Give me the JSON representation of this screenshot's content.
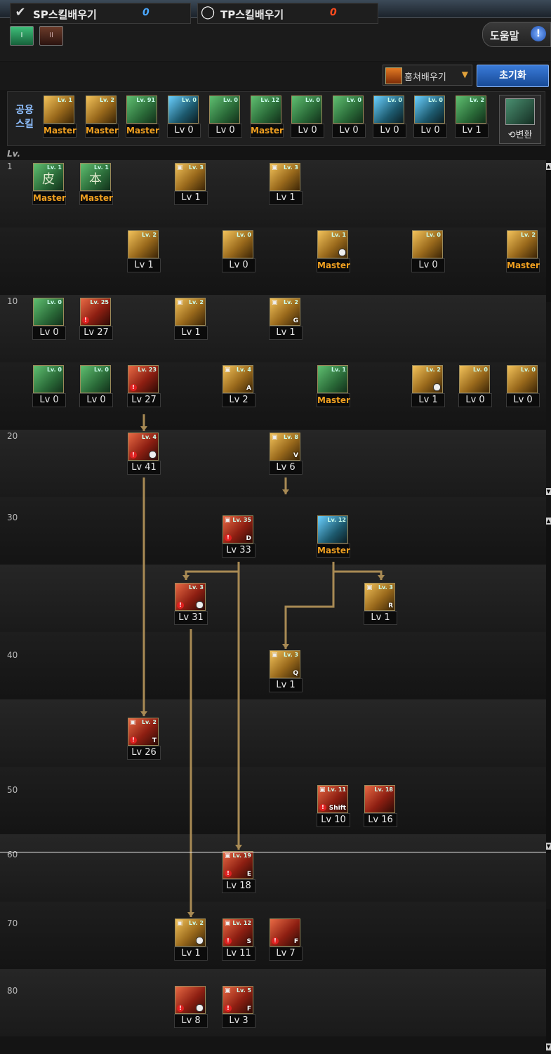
{
  "window": {
    "title": "스킬창"
  },
  "tabs": [
    {
      "label": "I"
    },
    {
      "label": "II"
    }
  ],
  "help": {
    "label": "도움말",
    "icon": "!"
  },
  "sp_learn": {
    "label": "SP스킬배우기",
    "value": "0"
  },
  "tp_learn": {
    "label": "TP스킬배우기",
    "value": "0"
  },
  "steal_learn": {
    "label": "훔쳐배우기"
  },
  "reset": {
    "label": "초기화"
  },
  "common_skills": {
    "label_line1": "공용",
    "label_line2": "스킬",
    "change_label": "⟲변환",
    "skills": [
      {
        "level": "Master",
        "tag": "Lv. 1",
        "color": "gold"
      },
      {
        "level": "Master",
        "tag": "Lv. 2",
        "color": "gold"
      },
      {
        "level": "Master",
        "tag": "Lv. 91",
        "color": "green"
      },
      {
        "level": "Lv 0",
        "tag": "Lv. 0",
        "color": "teal"
      },
      {
        "level": "Lv 0",
        "tag": "Lv. 0",
        "color": "green"
      },
      {
        "level": "Master",
        "tag": "Lv. 12",
        "color": "green"
      },
      {
        "level": "Lv 0",
        "tag": "Lv. 0",
        "color": "green"
      },
      {
        "level": "Lv 0",
        "tag": "Lv. 0",
        "color": "green"
      },
      {
        "level": "Lv 0",
        "tag": "Lv. 0",
        "color": "teal"
      },
      {
        "level": "Lv 0",
        "tag": "Lv. 0",
        "color": "teal"
      },
      {
        "level": "Lv 1",
        "tag": "Lv. 2",
        "color": "green"
      }
    ]
  },
  "level_header": "Lv.",
  "level_marks": [
    "1",
    "10",
    "20",
    "30",
    "40",
    "50",
    "60",
    "70",
    "80"
  ],
  "tree_skills": [
    {
      "id": "s1",
      "level": "Master",
      "tag": "Lv. 1",
      "color": "green",
      "glyph": "皮"
    },
    {
      "id": "s2",
      "level": "Master",
      "tag": "Lv. 1",
      "color": "green",
      "glyph": "本"
    },
    {
      "id": "s3",
      "level": "Lv 1",
      "tag": "Lv. 3",
      "color": "gold",
      "lock": true
    },
    {
      "id": "s4",
      "level": "Lv 1",
      "tag": "Lv. 3",
      "color": "gold",
      "lock": true
    },
    {
      "id": "s5",
      "level": "Lv 1",
      "tag": "Lv. 2",
      "color": "gold"
    },
    {
      "id": "s6",
      "level": "Lv 0",
      "tag": "Lv. 0",
      "color": "gold"
    },
    {
      "id": "s7",
      "level": "Master",
      "tag": "Lv. 1",
      "color": "gold",
      "clock": true
    },
    {
      "id": "s8",
      "level": "Lv 0",
      "tag": "Lv. 0",
      "color": "gold"
    },
    {
      "id": "s9",
      "level": "Master",
      "tag": "Lv. 2",
      "color": "gold"
    },
    {
      "id": "s10",
      "level": "Lv 0",
      "tag": "Lv. 0",
      "color": "green"
    },
    {
      "id": "s11",
      "level": "Lv 27",
      "tag": "Lv. 25",
      "color": "red",
      "warn": true
    },
    {
      "id": "s12",
      "level": "Lv 1",
      "tag": "Lv. 2",
      "color": "gold",
      "lock": true
    },
    {
      "id": "s13",
      "level": "Lv 1",
      "tag": "Lv. 2",
      "color": "gold",
      "lock": true,
      "key": "G"
    },
    {
      "id": "s14",
      "level": "Lv 0",
      "tag": "Lv. 0",
      "color": "green"
    },
    {
      "id": "s15",
      "level": "Lv 0",
      "tag": "Lv. 0",
      "color": "green"
    },
    {
      "id": "s16",
      "level": "Lv 27",
      "tag": "Lv. 23",
      "color": "red",
      "warn": true
    },
    {
      "id": "s17",
      "level": "Lv 2",
      "tag": "Lv. 4",
      "color": "gold",
      "lock": true,
      "key": "A"
    },
    {
      "id": "s18",
      "level": "Master",
      "tag": "Lv. 1",
      "color": "green"
    },
    {
      "id": "s19",
      "level": "Lv 1",
      "tag": "Lv. 2",
      "color": "gold",
      "clock": true
    },
    {
      "id": "s20",
      "level": "Lv 0",
      "tag": "Lv. 0",
      "color": "gold"
    },
    {
      "id": "s21",
      "level": "Lv 0",
      "tag": "Lv. 0",
      "color": "gold"
    },
    {
      "id": "s22",
      "level": "Lv 41",
      "tag": "Lv. 4",
      "color": "red",
      "warn": true,
      "clock": true
    },
    {
      "id": "s23",
      "level": "Lv 6",
      "tag": "Lv. 8",
      "color": "gold",
      "lock": true,
      "key": "V"
    },
    {
      "id": "s24",
      "level": "Lv 33",
      "tag": "Lv. 35",
      "color": "red",
      "lock": true,
      "warn": true,
      "key": "D"
    },
    {
      "id": "s25",
      "level": "Master",
      "tag": "Lv. 12",
      "color": "teal"
    },
    {
      "id": "s26",
      "level": "Lv 31",
      "tag": "Lv. 3",
      "color": "red",
      "warn": true,
      "clock": true
    },
    {
      "id": "s27",
      "level": "Lv 1",
      "tag": "Lv. 3",
      "color": "gold",
      "lock": true,
      "key": "R"
    },
    {
      "id": "s28",
      "level": "Lv 1",
      "tag": "Lv. 3",
      "color": "gold",
      "lock": true,
      "key": "Q"
    },
    {
      "id": "s29",
      "level": "Lv 26",
      "tag": "Lv. 2",
      "color": "red",
      "lock": true,
      "warn": true,
      "key": "T"
    },
    {
      "id": "s30",
      "level": "Lv 10",
      "tag": "Lv. 11",
      "color": "red",
      "lock": true,
      "warn": true,
      "key": "Shift"
    },
    {
      "id": "s31",
      "level": "Lv 16",
      "tag": "Lv. 18",
      "color": "red"
    },
    {
      "id": "s32",
      "level": "Lv 18",
      "tag": "Lv. 19",
      "color": "red",
      "lock": true,
      "warn": true,
      "key": "E"
    },
    {
      "id": "s33",
      "level": "Lv 1",
      "tag": "Lv. 2",
      "color": "gold",
      "lock": true,
      "clock": true
    },
    {
      "id": "s34",
      "level": "Lv 11",
      "tag": "Lv. 12",
      "color": "red",
      "lock": true,
      "warn": true,
      "key": "S"
    },
    {
      "id": "s35",
      "level": "Lv 7",
      "tag": "",
      "color": "red",
      "warn": true,
      "key": "F"
    },
    {
      "id": "s36",
      "level": "Lv 8",
      "tag": "",
      "color": "red",
      "warn": true,
      "clock": true
    },
    {
      "id": "s37",
      "level": "Lv 3",
      "tag": "Lv. 5",
      "color": "red",
      "lock": true,
      "warn": true,
      "key": "F"
    }
  ],
  "colors": {
    "master": "#f0a020",
    "connector": "#a88a54",
    "accent_blue": "#3a7bd9"
  }
}
